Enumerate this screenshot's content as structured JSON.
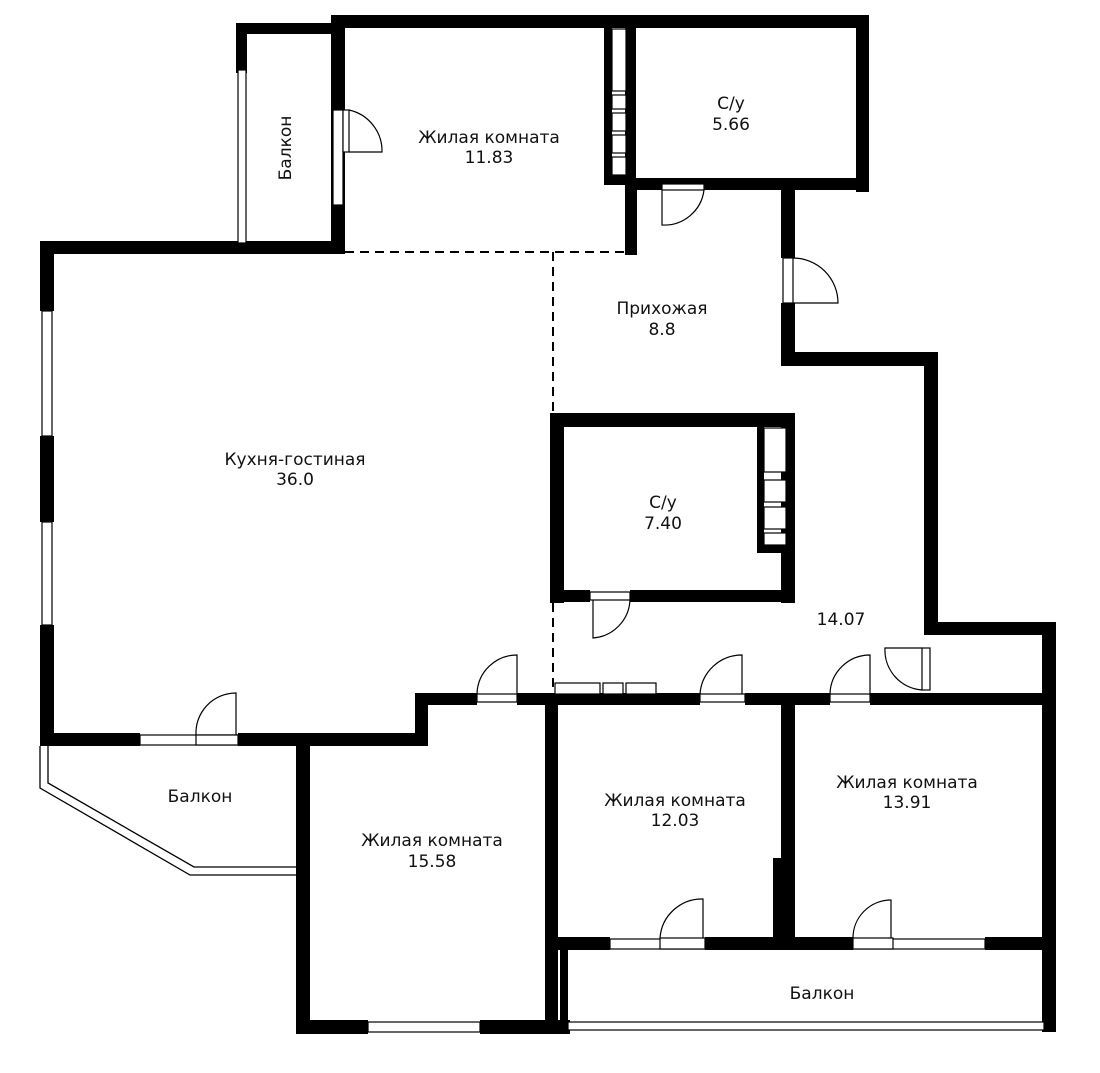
{
  "colors": {
    "wall": "#000000",
    "background": "#ffffff"
  },
  "rooms": {
    "living_1": {
      "name": "Жилая комната",
      "area": "11.83"
    },
    "bath_1": {
      "name": "С/у",
      "area": "5.66"
    },
    "balcony_1": {
      "name": "Балкон"
    },
    "hallway": {
      "name": "Прихожая",
      "area": "8.8"
    },
    "kitchen": {
      "name": "Кухня-гостиная",
      "area": "36.0"
    },
    "bath_2": {
      "name": "С/у",
      "area": "7.40"
    },
    "corridor": {
      "area": "14.07"
    },
    "balcony_2": {
      "name": "Балкон"
    },
    "living_2": {
      "name": "Жилая комната",
      "area": "15.58"
    },
    "living_3": {
      "name": "Жилая комната",
      "area": "12.03"
    },
    "living_4": {
      "name": "Жилая комната",
      "area": "13.91"
    },
    "balcony_3": {
      "name": "Балкон"
    }
  }
}
